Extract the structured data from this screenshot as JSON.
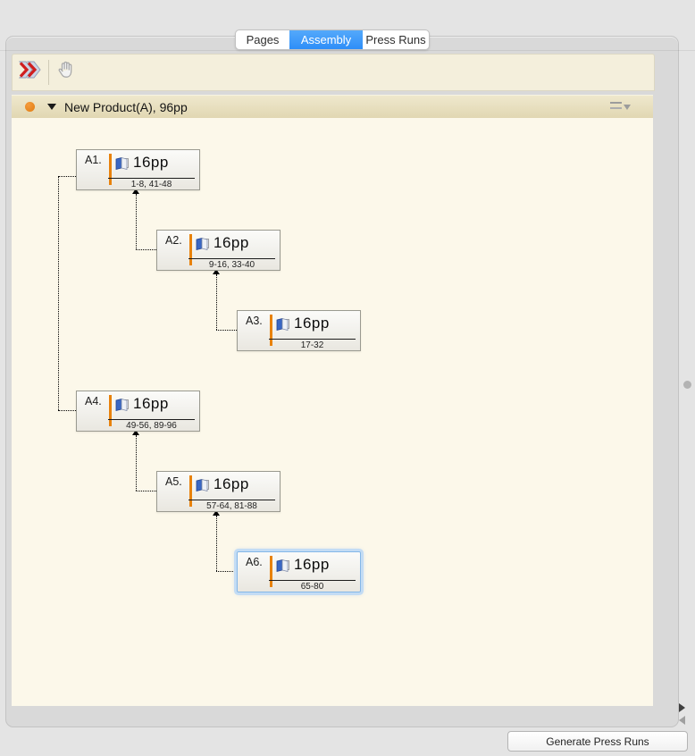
{
  "segmented_tabs": {
    "items": [
      {
        "label": "Pages",
        "active": false
      },
      {
        "label": "Assembly",
        "active": true
      },
      {
        "label": "Press Runs",
        "active": false
      }
    ],
    "active_color": "#3b97f8"
  },
  "toolbar": {
    "icons": [
      {
        "name": "flow-zigzag-icon",
        "enabled": true
      },
      {
        "name": "hand-pan-icon",
        "enabled": false
      }
    ]
  },
  "product_header": {
    "title": "New Product(A), 96pp",
    "status_dot_color": "#e8820c",
    "disclosure": "expanded"
  },
  "assembly": {
    "accent_color": "#e8820c",
    "selected_signature": "A6.",
    "signatures": [
      {
        "label": "A1.",
        "pages": "16pp",
        "range": "1-8, 41-48",
        "selected": false
      },
      {
        "label": "A2.",
        "pages": "16pp",
        "range": "9-16, 33-40",
        "selected": false
      },
      {
        "label": "A3.",
        "pages": "16pp",
        "range": "17-32",
        "selected": false
      },
      {
        "label": "A4.",
        "pages": "16pp",
        "range": "49-56, 89-96",
        "selected": false
      },
      {
        "label": "A5.",
        "pages": "16pp",
        "range": "57-64, 81-88",
        "selected": false
      },
      {
        "label": "A6.",
        "pages": "16pp",
        "range": "65-80",
        "selected": true
      }
    ]
  },
  "footer": {
    "generate_button_label": "Generate Press Runs"
  }
}
